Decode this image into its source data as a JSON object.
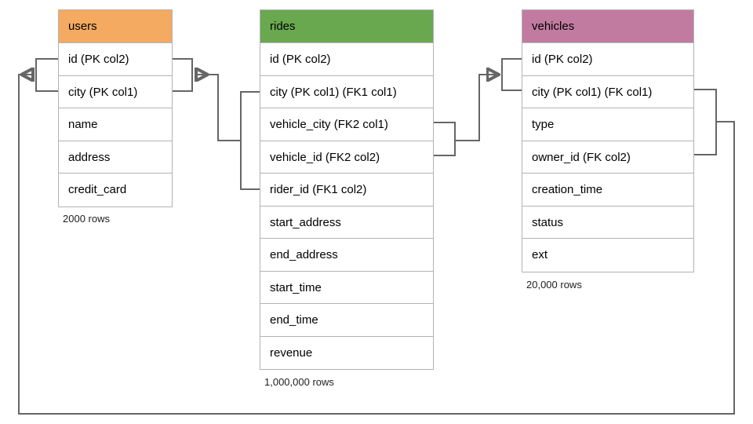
{
  "diagram": {
    "title": "",
    "background_color": "#ffffff",
    "line_color": "#666666",
    "border_color": "#b3b3b3"
  },
  "entities": [
    {
      "id": "users",
      "name": "users",
      "header_color": "#f5aa61",
      "row_count_label": "2000 rows",
      "fields": [
        {
          "label": "id (PK col2)"
        },
        {
          "label": "city (PK col1)"
        },
        {
          "label": "name"
        },
        {
          "label": "address"
        },
        {
          "label": "credit_card"
        }
      ]
    },
    {
      "id": "rides",
      "name": "rides",
      "header_color": "#6aa84f",
      "row_count_label": "1,000,000 rows",
      "fields": [
        {
          "label": "id (PK col2)"
        },
        {
          "label": "city (PK col1) (FK1 col1)"
        },
        {
          "label": "vehicle_city (FK2 col1)"
        },
        {
          "label": "vehicle_id (FK2 col2)"
        },
        {
          "label": "rider_id (FK1 col2)"
        },
        {
          "label": "start_address"
        },
        {
          "label": "end_address"
        },
        {
          "label": "start_time"
        },
        {
          "label": "end_time"
        },
        {
          "label": "revenue"
        }
      ]
    },
    {
      "id": "vehicles",
      "name": "vehicles",
      "header_color": "#c27ba0",
      "row_count_label": "20,000 rows",
      "fields": [
        {
          "label": "id (PK col2)"
        },
        {
          "label": "city (PK col1) (FK col1)"
        },
        {
          "label": "type"
        },
        {
          "label": "owner_id (FK col2)"
        },
        {
          "label": "creation_time"
        },
        {
          "label": "status"
        },
        {
          "label": "ext"
        }
      ]
    }
  ],
  "relationships": [
    {
      "name": "rides-fk1-to-users",
      "from_entity": "rides",
      "from_fields": [
        "city (PK col1) (FK1 col1)",
        "rider_id (FK1 col2)"
      ],
      "to_entity": "users",
      "to_fields": [
        "id (PK col2)",
        "city (PK col1)"
      ],
      "arrow_direction": "left"
    },
    {
      "name": "rides-fk2-to-vehicles",
      "from_entity": "rides",
      "from_fields": [
        "vehicle_city (FK2 col1)",
        "vehicle_id (FK2 col2)"
      ],
      "to_entity": "vehicles",
      "to_fields": [
        "id (PK col2)",
        "city (PK col1) (FK col1)"
      ],
      "arrow_direction": "right"
    },
    {
      "name": "vehicles-fk-to-users",
      "from_entity": "vehicles",
      "from_fields": [
        "city (PK col1) (FK col1)",
        "owner_id (FK col2)"
      ],
      "to_entity": "users",
      "to_fields": [
        "id (PK col2)",
        "city (PK col1)"
      ],
      "arrow_direction": "left"
    }
  ]
}
